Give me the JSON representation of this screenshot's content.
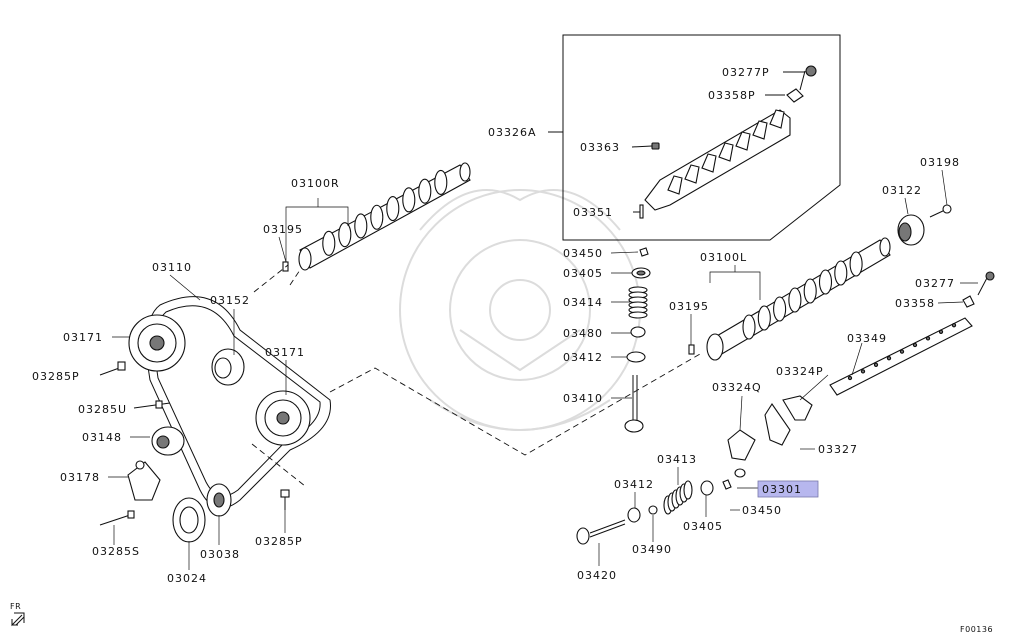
{
  "diagram": {
    "labels": {
      "p03277P": "03277P",
      "p03358P": "03358P",
      "p03326A": "03326A",
      "p03363": "03363",
      "p03351": "03351",
      "p03100R": "03100R",
      "p03195a": "03195",
      "p03450a": "03450",
      "p03405a": "03405",
      "p03414": "03414",
      "p03480": "03480",
      "p03412a": "03412",
      "p03410": "03410",
      "p03110": "03110",
      "p03152": "03152",
      "p03171a": "03171",
      "p03171b": "03171",
      "p03285P_a": "03285P",
      "p03285U": "03285U",
      "p03148": "03148",
      "p03178": "03178",
      "p03285S": "03285S",
      "p03038": "03038",
      "p03024": "03024",
      "p03285P_b": "03285P",
      "p03198": "03198",
      "p03122": "03122",
      "p03277": "03277",
      "p03358": "03358",
      "p03100L": "03100L",
      "p03195b": "03195",
      "p03349": "03349",
      "p03324P": "03324P",
      "p03324Q": "03324Q",
      "p03327": "03327",
      "p03413": "03413",
      "p03412b": "03412",
      "p03301": "03301",
      "p03450b": "03450",
      "p03405b": "03405",
      "p03490": "03490",
      "p03420": "03420"
    },
    "direction_label": "FR",
    "figure_code": "F00136",
    "highlight_color": "#b7b7ee"
  }
}
